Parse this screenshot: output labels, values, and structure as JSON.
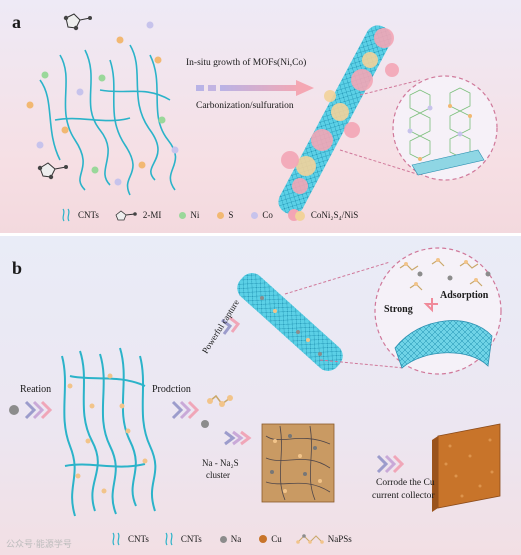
{
  "panel_a": {
    "letter": "a",
    "arrow_top_label": "In-situ growth of MOFs(Ni,Co)",
    "arrow_bottom_label": "Carbonization/sulfuration",
    "legend": [
      {
        "icon": "cnts-icon",
        "label": "CNTs"
      },
      {
        "icon": "2mi-molecule-icon",
        "label": "2-MI"
      },
      {
        "icon": "ni-dot",
        "label": "Ni",
        "color": "#9ad89a"
      },
      {
        "icon": "s-dot",
        "label": "S",
        "color": "#f2b872"
      },
      {
        "icon": "co-dot",
        "label": "Co",
        "color": "#c7c3ec"
      },
      {
        "icon": "particle-icon",
        "label": "CoNi₂S₄/NiS"
      }
    ]
  },
  "panel_b": {
    "letter": "b",
    "reation_label": "Reation",
    "prodction_label": "Prodction",
    "capture_label": "Powerful capture",
    "strong_label": "Strong",
    "adsorption_label": "Adsorption",
    "cluster_label_1": "Na - Na₂S",
    "cluster_label_2": "cluster",
    "corrode_label_1": "Corrode the Cu",
    "corrode_label_2": "current collector",
    "legend": [
      {
        "icon": "cnts-icon",
        "label": "CNTs"
      },
      {
        "icon": "cnts-icon",
        "label": "CNTs"
      },
      {
        "icon": "na-dot",
        "label": "Na",
        "color": "#8c8c8c"
      },
      {
        "icon": "cu-dot",
        "label": "Cu",
        "color": "#c8742a"
      },
      {
        "icon": "napss-icon",
        "label": "NaPSs"
      }
    ]
  },
  "watermark": "公众号·能源学号"
}
